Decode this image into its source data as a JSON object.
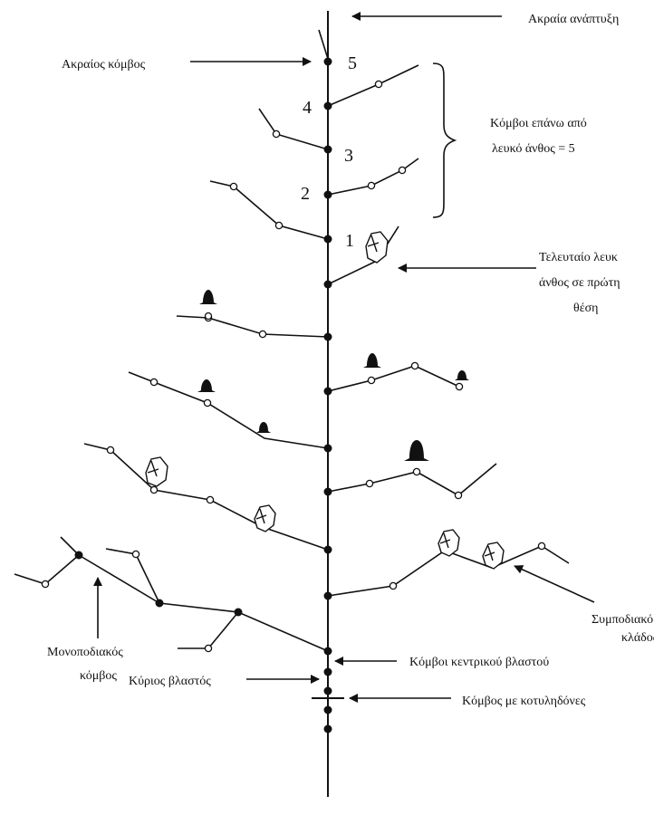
{
  "diagram": {
    "labels": {
      "apical_growth": "Ακραία ανάπτυξη",
      "apical_node": "Ακραίος κόμβος",
      "nodes_above_white_flower": "Κόμβοι επάνω από λευκό άνθος = 5",
      "last_white_flower": "Τελευταίο λευκ άνθος σε πρώτη θέση",
      "sympodial_branch": "Συμποδιακό κλάδος",
      "monopodial_node": "Μονοποδιακός κόμβος",
      "central_stem_nodes": "Κόμβοι κεντρικού βλαστού",
      "main_stem": "Κύριος βλαστός",
      "cotyledon_node": "Κόμβος με κοτυληδόνες"
    },
    "node_numbers": [
      "5",
      "4",
      "3",
      "2",
      "1"
    ]
  }
}
